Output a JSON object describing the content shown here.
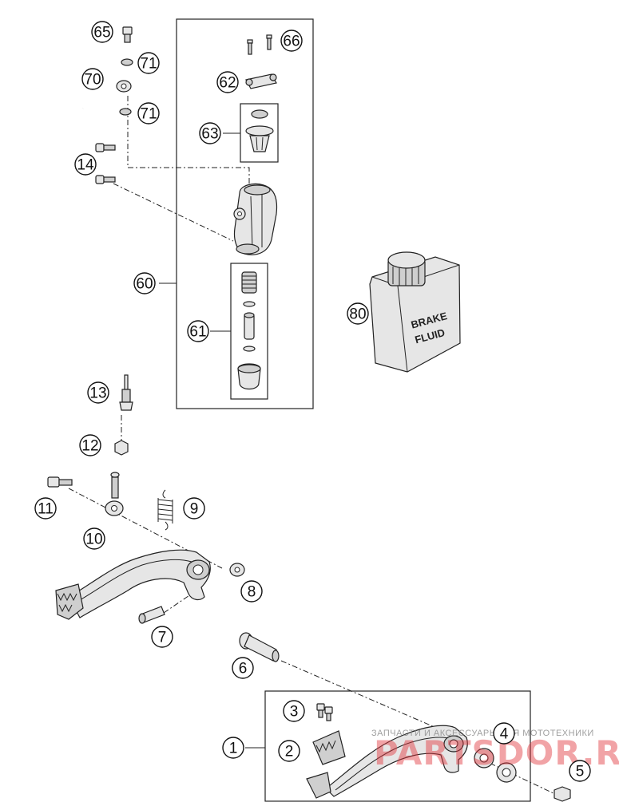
{
  "callouts": {
    "c1": "1",
    "c2": "2",
    "c3": "3",
    "c4": "4",
    "c5": "5",
    "c6": "6",
    "c7": "7",
    "c8": "8",
    "c9": "9",
    "c10": "10",
    "c11": "11",
    "c12": "12",
    "c13": "13",
    "c14": "14",
    "c60": "60",
    "c61": "61",
    "c62": "62",
    "c63": "63",
    "c65": "65",
    "c66": "66",
    "c70": "70",
    "c71a": "71",
    "c71b": "71",
    "c80": "80"
  },
  "fluid_can": {
    "line1": "BRAKE",
    "line2": "FLUID"
  },
  "watermark": {
    "tagline": "ЗАПЧАСТИ И АКСЕССУАРЫ ДЛЯ МОТОТЕХНИКИ",
    "brand": "PARTSDOR.RU"
  }
}
